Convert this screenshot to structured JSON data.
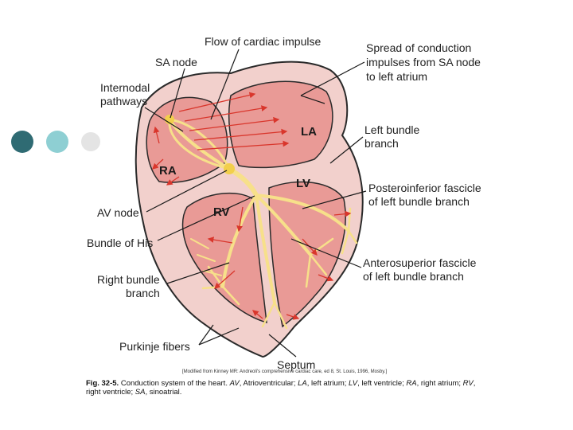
{
  "labels": {
    "flow": "Flow of cardiac impulse",
    "sa_node": "SA node",
    "internodal_1": "Internodal",
    "internodal_2": "pathways",
    "spread_1": "Spread of conduction",
    "spread_2": "impulses from SA node",
    "spread_3": "to left atrium",
    "left_bundle_1": "Left bundle",
    "left_bundle_2": "branch",
    "postero_1": "Posteroinferior fascicle",
    "postero_2": "of left bundle branch",
    "av_node": "AV node",
    "bundle_his": "Bundle of His",
    "right_bundle_1": "Right bundle",
    "right_bundle_2": "branch",
    "antero_1": "Anterosuperior fascicle",
    "antero_2": "of left bundle branch",
    "purkinje": "Purkinje fibers",
    "septum": "Septum"
  },
  "chambers": {
    "ra": "RA",
    "la": "LA",
    "rv": "RV",
    "lv": "LV"
  },
  "credit": "[Modified from Kinney MR: Andreoli's comprehensive cardiac care, ed 8, St. Louis, 1996, Mosby.]",
  "caption": {
    "fig": "Fig. 32-5.",
    "title": " Conduction system of the heart. ",
    "abbr": [
      {
        "k": "AV",
        "v": ", Atrioventricular; "
      },
      {
        "k": "LA",
        "v": ", left atrium; "
      },
      {
        "k": "LV",
        "v": ", left ventricle; "
      },
      {
        "k": "RA",
        "v": ", right atrium; "
      },
      {
        "k": "RV",
        "v": ", right ventricle; "
      },
      {
        "k": "SA",
        "v": ", sinoatrial."
      }
    ]
  },
  "colors": {
    "dot_dark": "#2f6b73",
    "dot_light": "#8ecfd3",
    "dot_pale": "#e4e4e4",
    "heart_fill": "#f2d0cc",
    "chamber_fill": "#e99a96",
    "outline": "#2a2a2a",
    "conduction": "#f7e08a",
    "arrow": "#d9362c"
  }
}
